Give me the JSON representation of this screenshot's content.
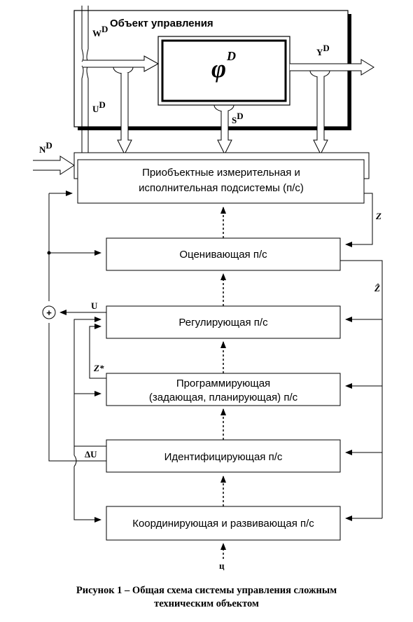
{
  "object": {
    "title": "Объект управления",
    "phi_symbol": "φ",
    "phi_superscript": "D"
  },
  "signals": {
    "w": "W",
    "u": "U",
    "y": "Y",
    "s": "S",
    "n": "N",
    "sup": "D",
    "z": "Z",
    "z_hat": "Ẑ",
    "u_reg": "U",
    "z_star": "Z*",
    "delta_u": "ΔU",
    "goal": "ц",
    "sum": "+"
  },
  "blocks": {
    "subsystem_line1": "Приобъектные измерительная и",
    "subsystem_line2": "исполнительная подсистемы (п/с)",
    "estimating": "Оценивающая п/с",
    "regulating": "Регулирующая п/с",
    "programming_line1": "Программирующая",
    "programming_line2": "(задающая, планирующая)  п/с",
    "identifying": "Идентифицирующая п/с",
    "coordinating": "Координирующая и развивающая п/с"
  },
  "caption": {
    "line1": "Рисунок 1 – Общая схема системы управления сложным",
    "line2": "техническим объектом"
  }
}
